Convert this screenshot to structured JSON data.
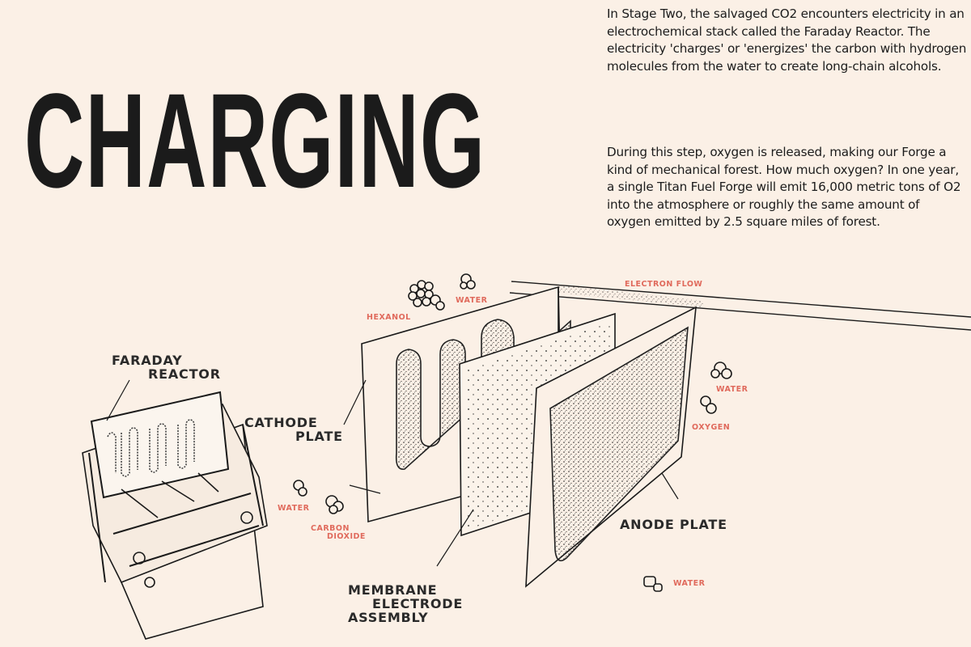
{
  "heading": {
    "title": "CHARGING"
  },
  "body": {
    "paragraphs": [
      "In Stage Two, the salvaged CO2 encounters electricity in an electrochemical stack called the Faraday Reactor. The electricity 'charges' or 'energizes' the carbon with hydrogen molecules from the water to create long-chain alcohols.",
      "During this step, oxygen is released, making our Forge a kind of mechanical forest. How much oxygen? In one year, a single Titan Fuel Forge will emit 16,000 metric tons of O2 into the atmosphere or roughly the same amount of oxygen emitted by 2.5 square miles of forest."
    ]
  },
  "diagram": {
    "component_labels": {
      "faraday_reactor": [
        "FARADAY",
        "REACTOR"
      ],
      "cathode_plate": [
        "CATHODE",
        "PLATE"
      ],
      "membrane_electrode_assembly": [
        "MEMBRANE",
        "ELECTRODE",
        "ASSEMBLY"
      ],
      "anode_plate": "ANODE PLATE"
    },
    "molecule_labels": {
      "hexanol": "HEXANOL",
      "water_top": "WATER",
      "electron_flow": "ELECTRON FLOW",
      "water_right": "WATER",
      "oxygen": "OXYGEN",
      "water_left": "WATER",
      "carbon_dioxide": [
        "CARBON",
        "DIOXIDE"
      ],
      "water_bottom": "WATER"
    },
    "colors": {
      "label_red": "#e06a5c",
      "label_black": "#2a2a2a",
      "ink": "#1a1a1a",
      "background": "#fbf0e6"
    }
  }
}
